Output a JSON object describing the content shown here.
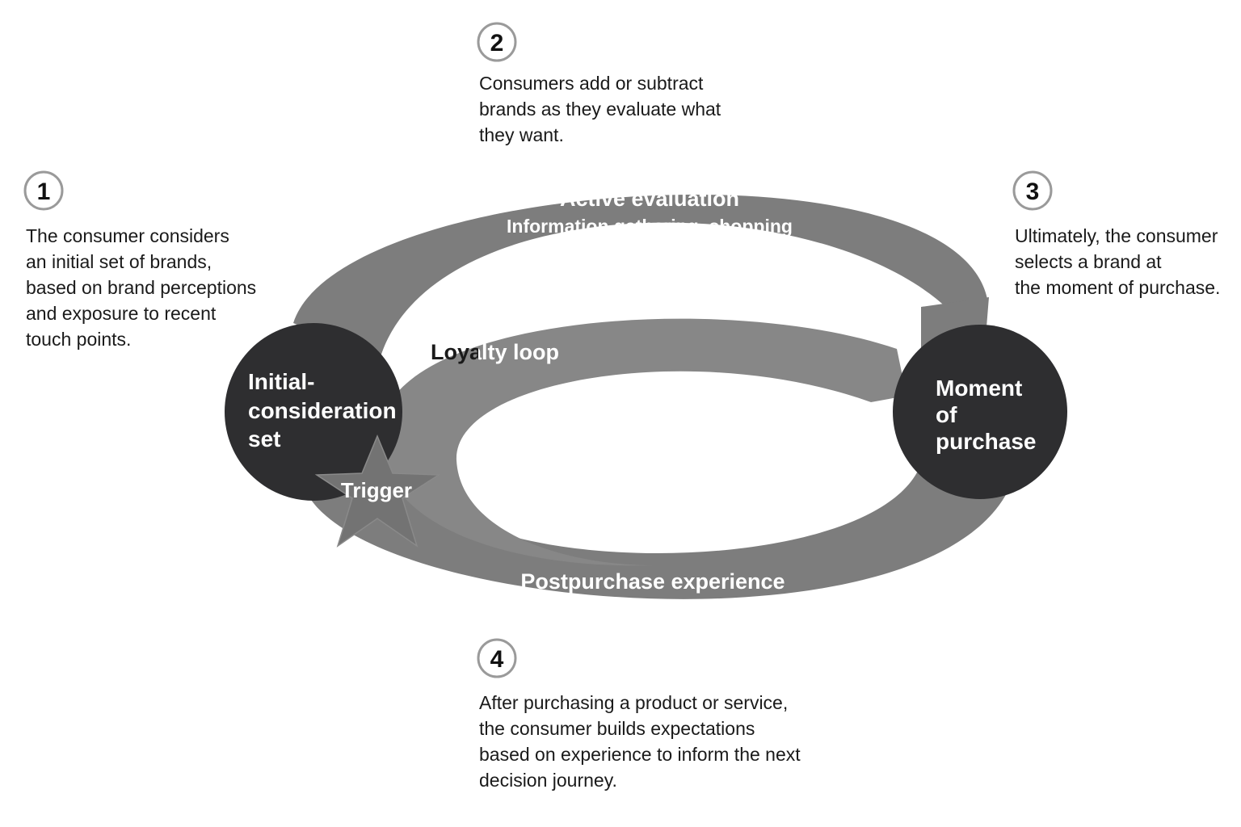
{
  "steps": [
    {
      "number": "1",
      "lines": [
        "The consumer considers",
        "an initial set of brands,",
        "based on brand perceptions",
        "and exposure to recent",
        "touch points."
      ]
    },
    {
      "number": "2",
      "lines": [
        "Consumers add or subtract",
        "brands as they evaluate what",
        "they want."
      ]
    },
    {
      "number": "3",
      "lines": [
        "Ultimately, the consumer",
        "selects a brand at",
        "the moment of purchase."
      ]
    },
    {
      "number": "4",
      "lines": [
        "After purchasing a product or service,",
        "the consumer builds expectations",
        "based on experience to inform the next",
        "decision journey."
      ]
    }
  ],
  "active_evaluation": {
    "title": "Active evaluation",
    "subtitle": "Information gathering, shopping"
  },
  "postpurchase": {
    "title": "Postpurchase experience",
    "subtitle": "Ongoing exposure"
  },
  "loyalty_loop": {
    "label": "Loyalty loop"
  },
  "initial_consideration": {
    "lines": [
      "Initial-",
      "consideration",
      "set"
    ]
  },
  "moment_of_purchase": {
    "lines": [
      "Moment",
      "of",
      "purchase"
    ]
  },
  "trigger": {
    "label": "Trigger"
  },
  "colors": {
    "band": "#7d7d7d",
    "band_inner": "#878787",
    "node": "#2e2e30",
    "star": "#737373",
    "step_ring": "#9a9a9a"
  }
}
